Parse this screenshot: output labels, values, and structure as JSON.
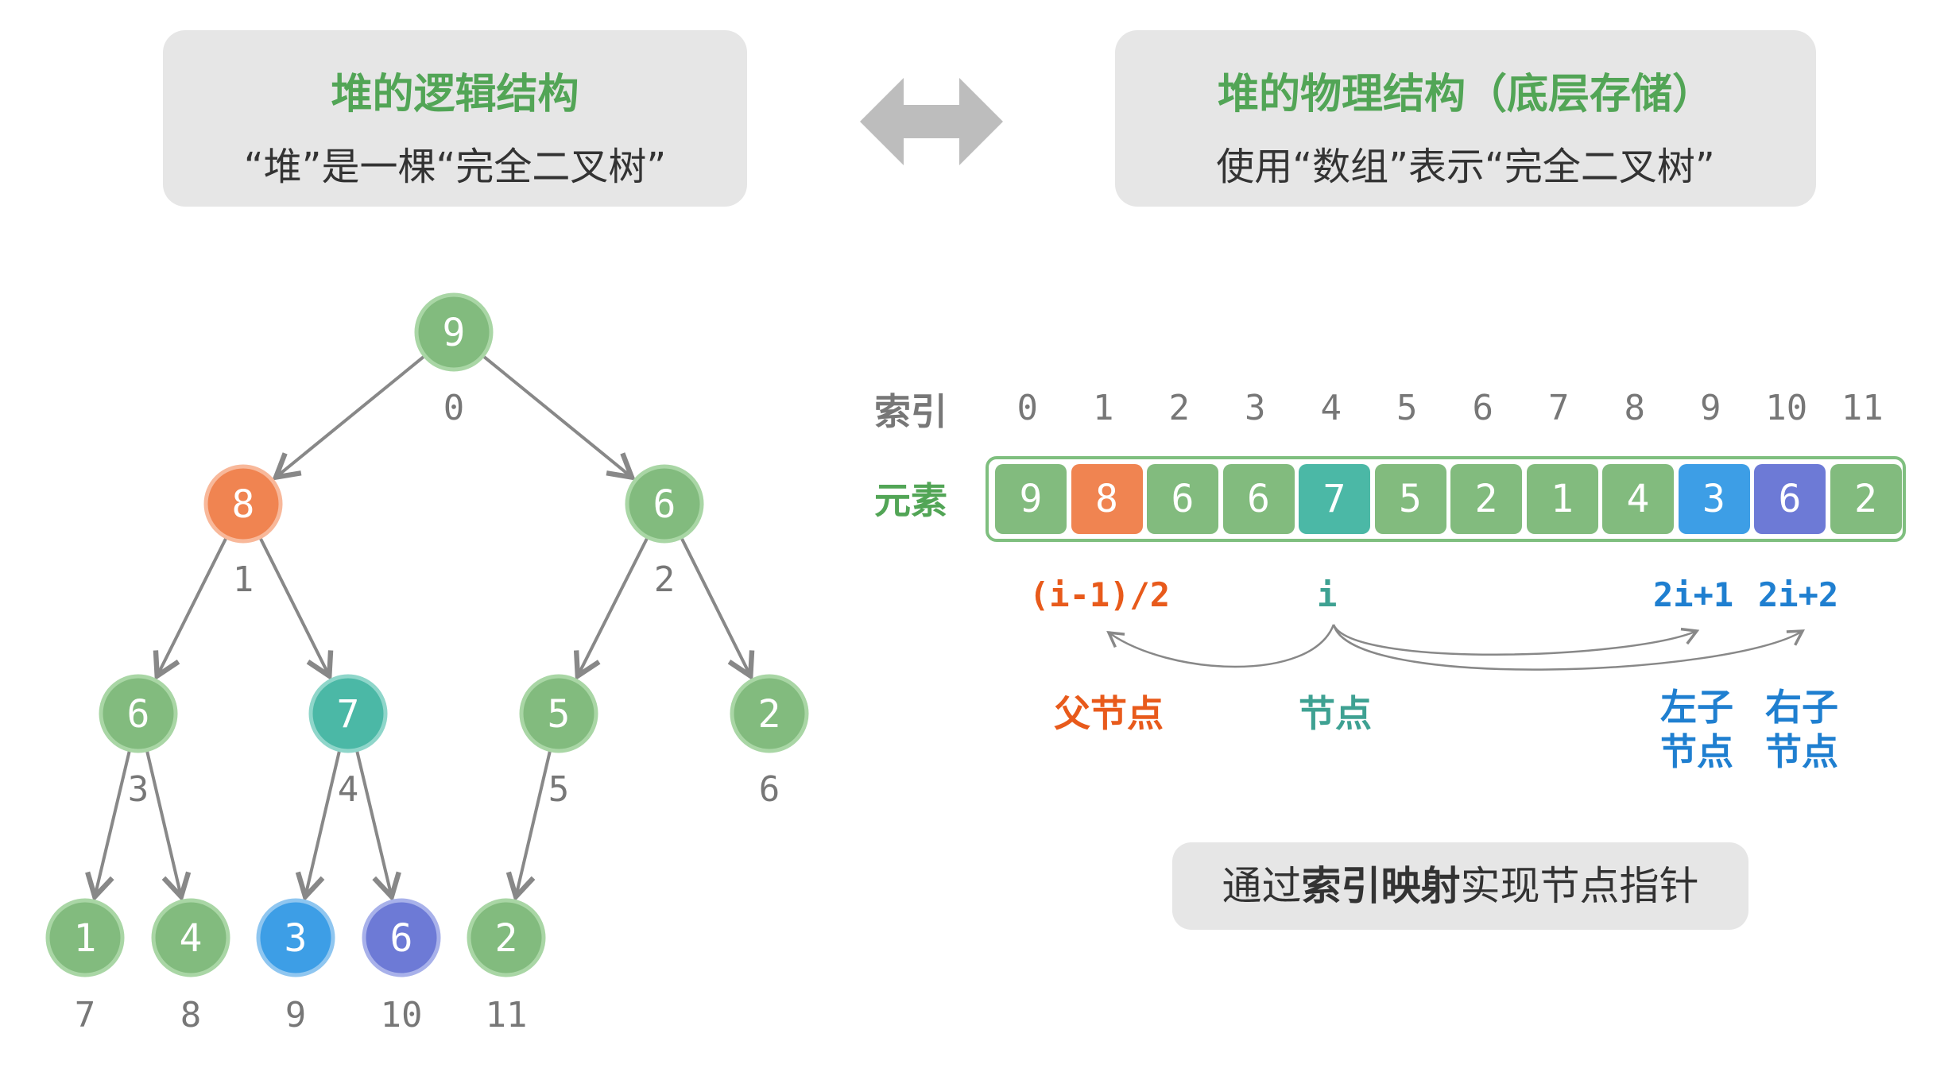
{
  "left_box": {
    "title": "堆的逻辑结构",
    "subtitle": "“堆”是一棵“完全二叉树”"
  },
  "right_box": {
    "title": "堆的物理结构（底层存储）",
    "subtitle": "使用“数组”表示“完全二叉树”"
  },
  "arrow_icon": "double-headed-arrow-icon",
  "colors": {
    "green": "#82bb7e",
    "orange": "#f08451",
    "teal": "#4bb8a6",
    "blue": "#3d9ee6",
    "purple": "#6d7ad6",
    "edge": "#888888",
    "green_text": "#52a556",
    "orange_text": "#e85a1b",
    "teal_text": "#3ea192",
    "blue_text": "#1f7fd0"
  },
  "tree": {
    "nodes": [
      {
        "value": "9",
        "index": "0",
        "color": "green"
      },
      {
        "value": "8",
        "index": "1",
        "color": "orange"
      },
      {
        "value": "6",
        "index": "2",
        "color": "green"
      },
      {
        "value": "6",
        "index": "3",
        "color": "green"
      },
      {
        "value": "7",
        "index": "4",
        "color": "teal"
      },
      {
        "value": "5",
        "index": "5",
        "color": "green"
      },
      {
        "value": "2",
        "index": "6",
        "color": "green"
      },
      {
        "value": "1",
        "index": "7",
        "color": "green"
      },
      {
        "value": "4",
        "index": "8",
        "color": "green"
      },
      {
        "value": "3",
        "index": "9",
        "color": "blue"
      },
      {
        "value": "6",
        "index": "10",
        "color": "purple"
      },
      {
        "value": "2",
        "index": "11",
        "color": "green"
      }
    ]
  },
  "array": {
    "index_label": "索引",
    "element_label": "元素",
    "indices": [
      "0",
      "1",
      "2",
      "3",
      "4",
      "5",
      "6",
      "7",
      "8",
      "9",
      "10",
      "11"
    ],
    "values": [
      "9",
      "8",
      "6",
      "6",
      "7",
      "5",
      "2",
      "1",
      "4",
      "3",
      "6",
      "2"
    ],
    "colors": [
      "green",
      "orange",
      "green",
      "green",
      "teal",
      "green",
      "green",
      "green",
      "green",
      "blue",
      "purple",
      "green"
    ]
  },
  "formulas": {
    "parent": "(i-1)/2",
    "node": "i",
    "left": "2i+1",
    "right": "2i+2"
  },
  "captions": {
    "parent": "父节点",
    "node": "节点",
    "left_1": "左子",
    "left_2": "节点",
    "right_1": "右子",
    "right_2": "节点"
  },
  "note": {
    "prefix": "通过",
    "bold": "索引映射",
    "suffix": "实现节点指针"
  }
}
